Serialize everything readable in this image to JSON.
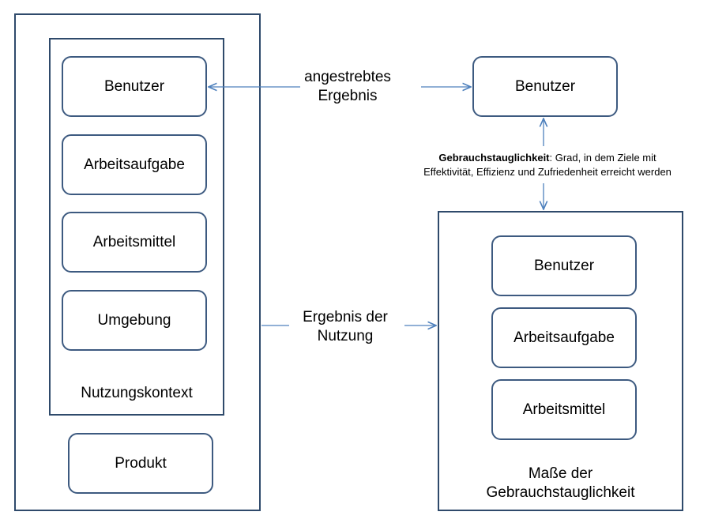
{
  "left": {
    "context_boxes": [
      "Benutzer",
      "Arbeitsaufgabe",
      "Arbeitsmittel",
      "Umgebung"
    ],
    "context_label": "Nutzungskontext",
    "product_label": "Produkt"
  },
  "top_connector": {
    "line1": "angestrebtes",
    "line2": "Ergebnis"
  },
  "right_top_box": "Benutzer",
  "definition": {
    "term": "Gebrauchstauglichkeit",
    "line1_rest": ": Grad,  in dem Ziele mit",
    "line2": "Effektivität, Effizienz und Zufriedenheit erreicht werden"
  },
  "middle_connector": {
    "line1": "Ergebnis der",
    "line2": "Nutzung"
  },
  "right": {
    "boxes": [
      "Benutzer",
      "Arbeitsaufgabe",
      "Arbeitsmittel"
    ],
    "label_line1": "Maße der",
    "label_line2": "Gebrauchstauglichkeit"
  },
  "colors": {
    "box_border": "#3d5a80",
    "frame_border": "#2f4a6b",
    "arrow": "#4f81bd"
  }
}
